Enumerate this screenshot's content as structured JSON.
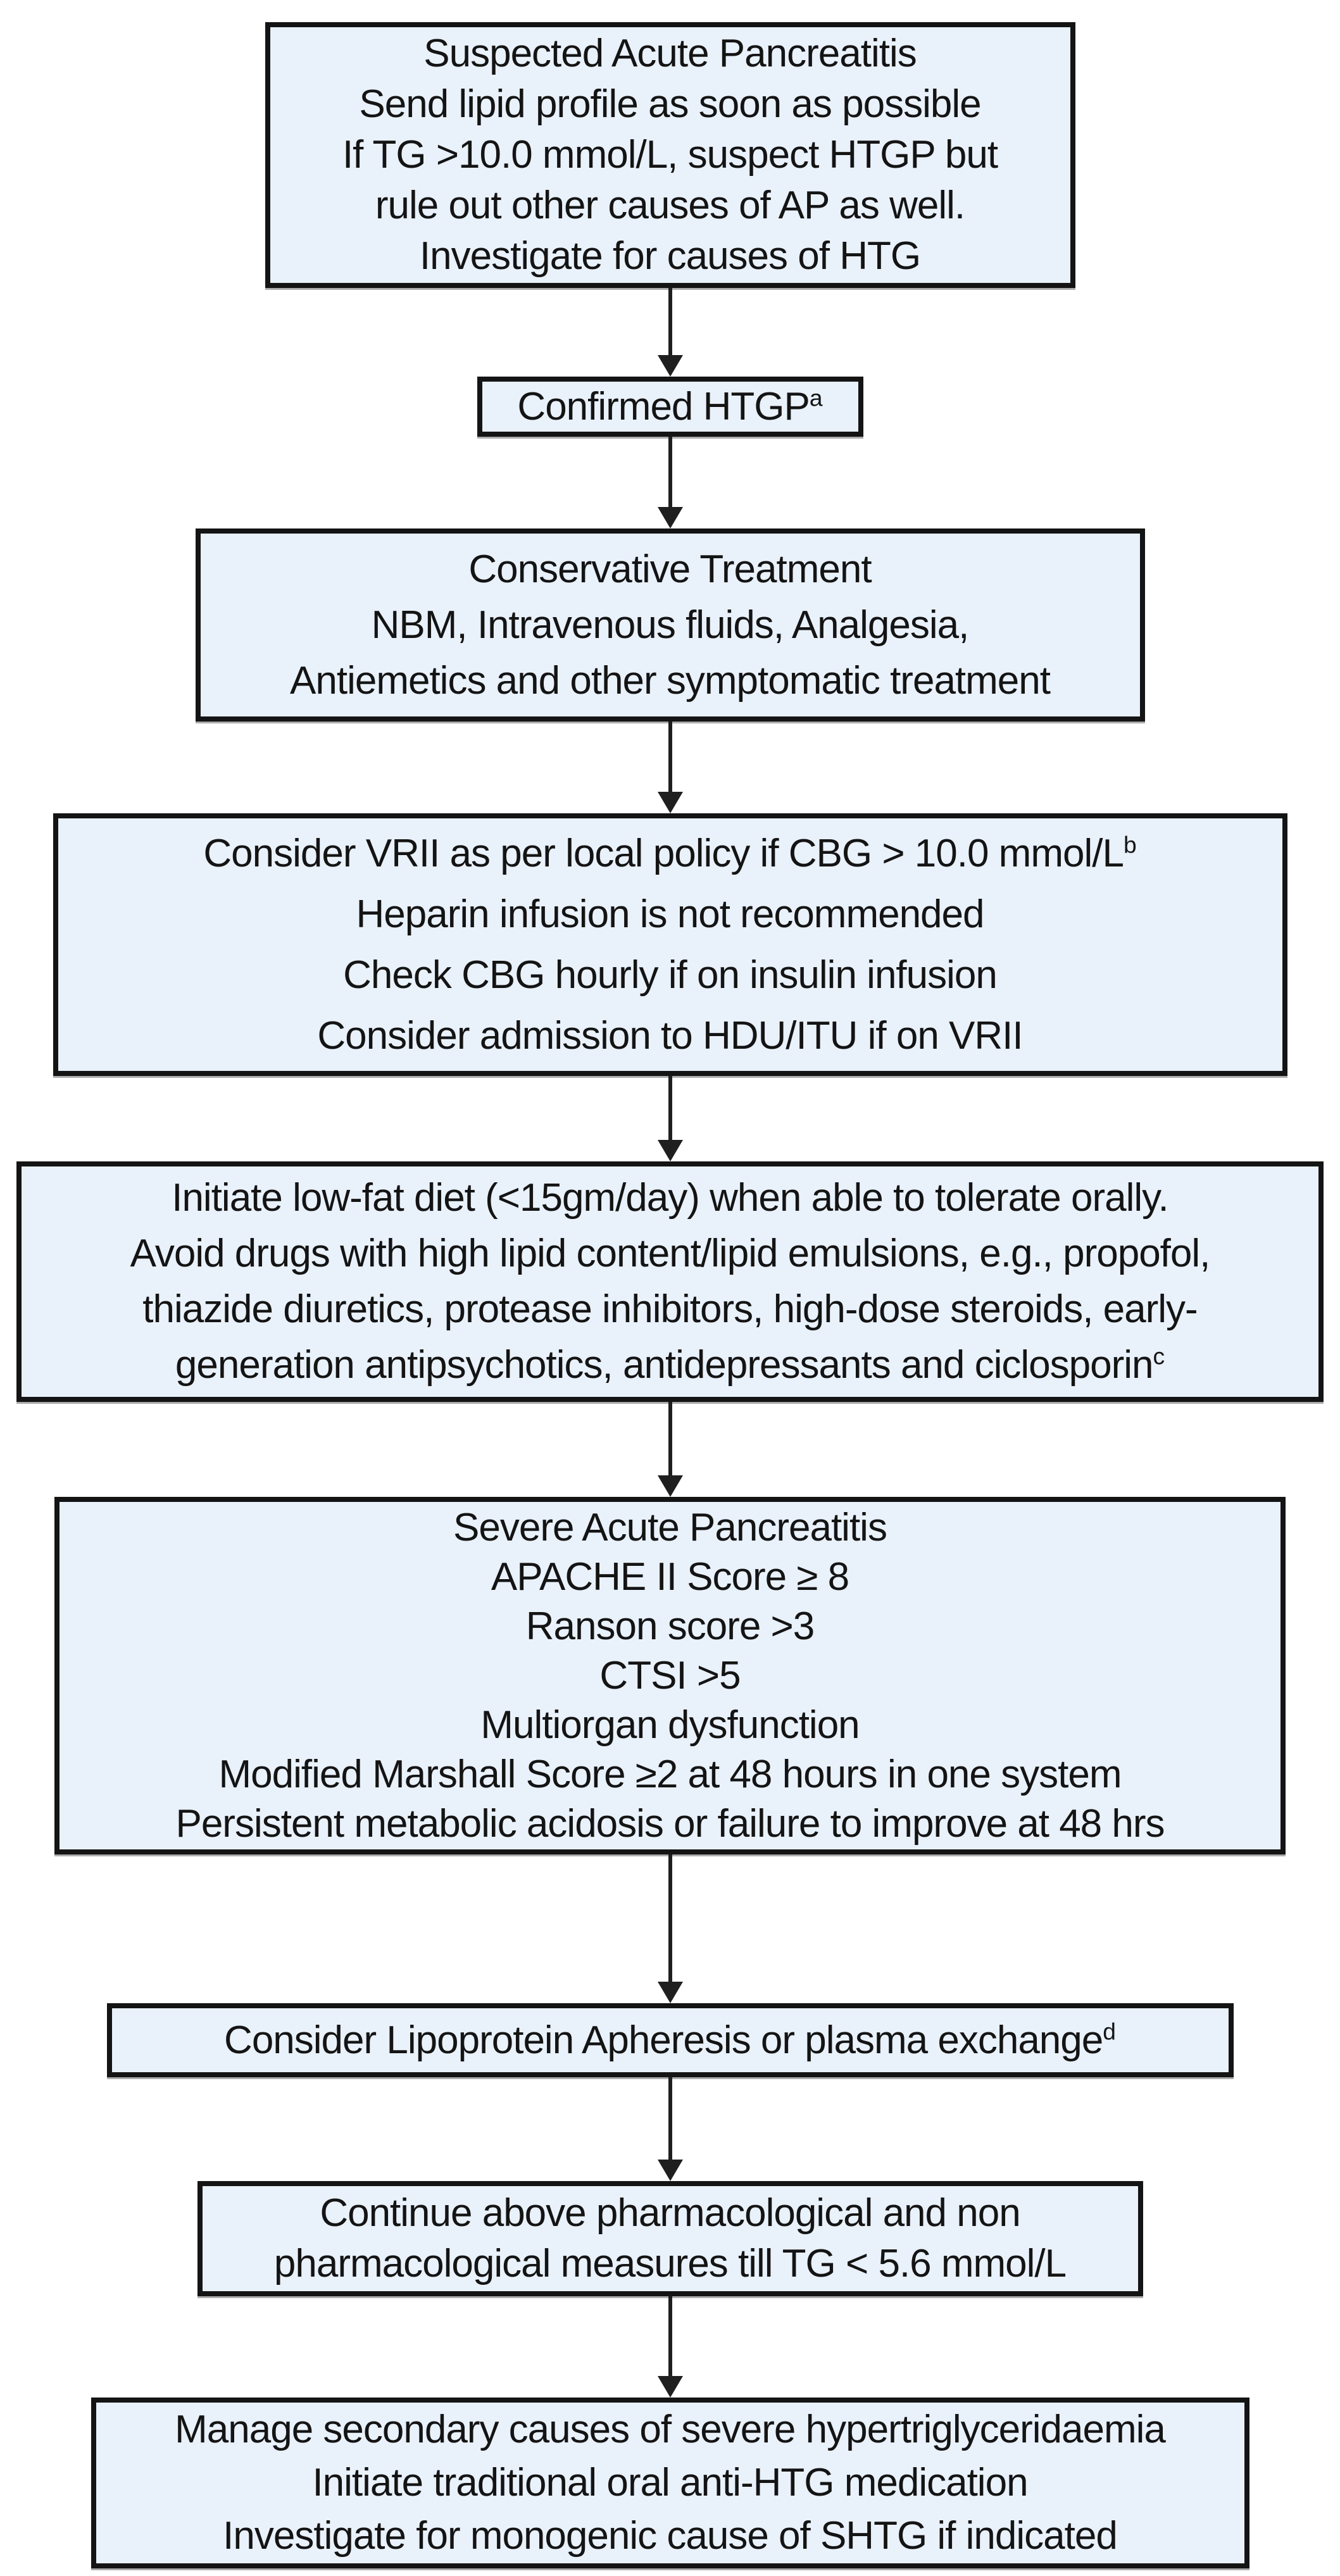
{
  "colors": {
    "background": "#FFFFFF",
    "box_fill": "#E9F1FB",
    "box_border": "#141414",
    "arrow": "#1F1F1F",
    "text": "#141414"
  },
  "boxes": [
    {
      "id": "suspected-acute-pancreatitis",
      "lines": [
        "Suspected Acute Pancreatitis",
        "Send lipid profile as soon as possible",
        "If TG >10.0 mmol/L, suspect HTGP but",
        "rule out other causes  of AP as well.",
        "Investigate for causes of HTG"
      ]
    },
    {
      "id": "confirmed-htgp",
      "lines": [
        "Confirmed HTGP"
      ],
      "superscript": "a"
    },
    {
      "id": "conservative-treatment",
      "lines": [
        "Conservative Treatment",
        "NBM, Intravenous fluids, Analgesia,",
        "Antiemetics and other symptomatic treatment"
      ]
    },
    {
      "id": "vrii-insulin",
      "lines": [
        "Consider VRII as per local policy  if CBG > 10.0 mmol/L",
        "Heparin infusion is not recommended",
        "Check CBG hourly if on insulin infusion",
        "Consider admission to HDU/ITU if on VRII"
      ],
      "superscript": "b"
    },
    {
      "id": "low-fat-diet",
      "lines": [
        "Initiate low-fat diet (<15gm/day) when able to tolerate orally.",
        "Avoid drugs with high lipid content/lipid emulsions, e.g., propofol,",
        "thiazide diuretics, protease inhibitors, high-dose steroids, early-",
        "generation antipsychotics, antidepressants and ciclosporin"
      ],
      "superscript": "c"
    },
    {
      "id": "severe-acute-pancreatitis",
      "lines": [
        "Severe Acute Pancreatitis",
        "APACHE II Score ≥ 8",
        "Ranson score >3",
        "CTSI >5",
        "Multiorgan dysfunction",
        "Modified Marshall Score ≥2 at 48 hours in one system",
        "Persistent metabolic acidosis or failure  to improve at 48 hrs"
      ]
    },
    {
      "id": "lipoprotein-apheresis",
      "lines": [
        "Consider Lipoprotein Apheresis or plasma exchange"
      ],
      "superscript": "d"
    },
    {
      "id": "continue-measures",
      "lines": [
        "Continue above pharmacological and non",
        "pharmacological measures till TG < 5.6 mmol/L"
      ]
    },
    {
      "id": "manage-secondary-causes",
      "lines": [
        "Manage secondary causes of severe hypertriglyceridaemia",
        "Initiate traditional oral anti-HTG medication",
        "Investigate for monogenic cause of SHTG if indicated"
      ]
    }
  ]
}
